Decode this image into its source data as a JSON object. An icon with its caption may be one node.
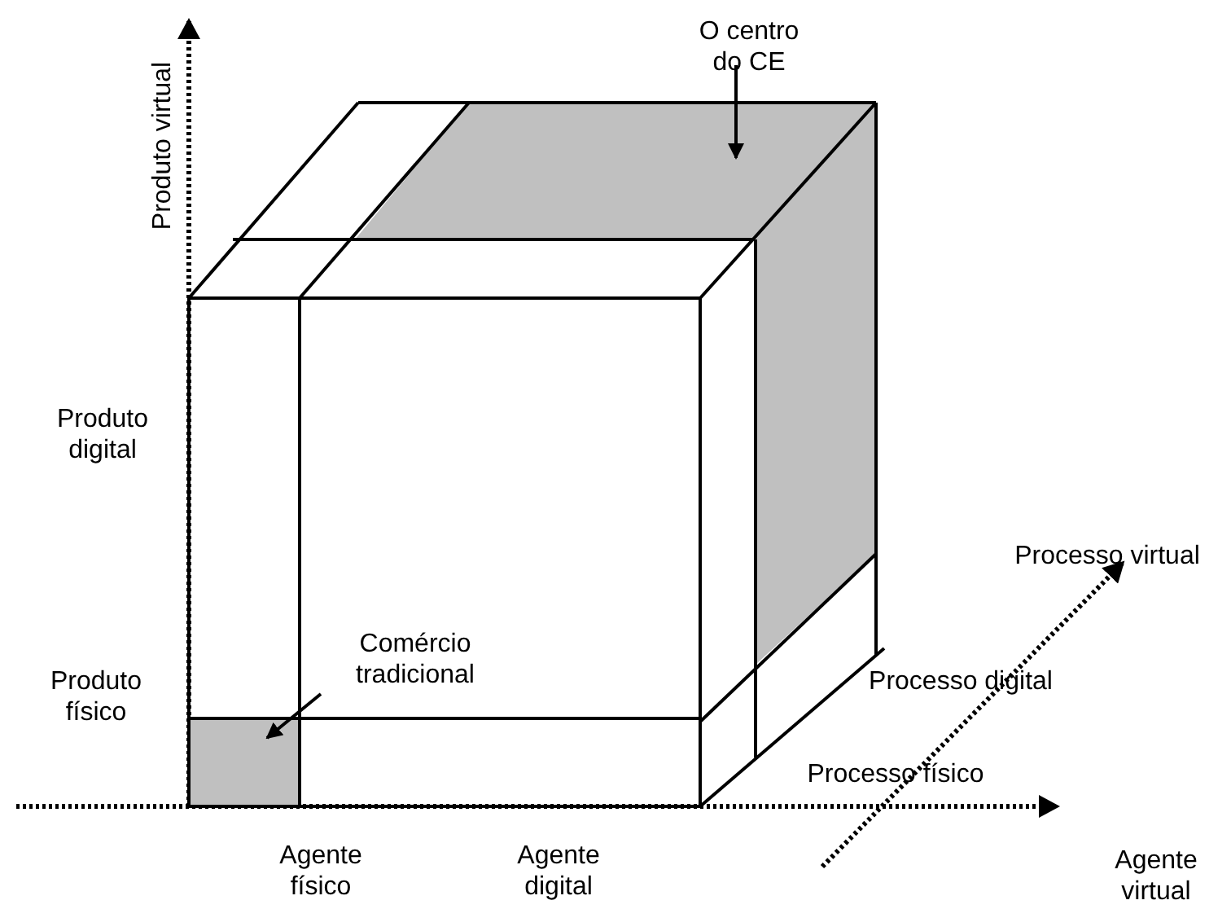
{
  "diagram": {
    "nodes": [
      {
        "text": [
          "O centro do CE"
        ]
      },
      {
        "text": [],
        "shape": "box"
      },
      {
        "text": [
          "Comércio tradicional"
        ]
      },
      {
        "text": [],
        "shape": "box"
      }
    ],
    "edges": [
      {
        "from": 0,
        "to": 1,
        "arrow": "to"
      },
      {
        "from": 2,
        "to": 3,
        "arrow": "to"
      }
    ],
    "labels": [
      "Produto virtual",
      "Produto digital",
      "Processo virtual",
      "Processo digital",
      "Produto físico",
      "Processo físico",
      "Agente físico",
      "Agente digital",
      "Agente virtual"
    ]
  }
}
